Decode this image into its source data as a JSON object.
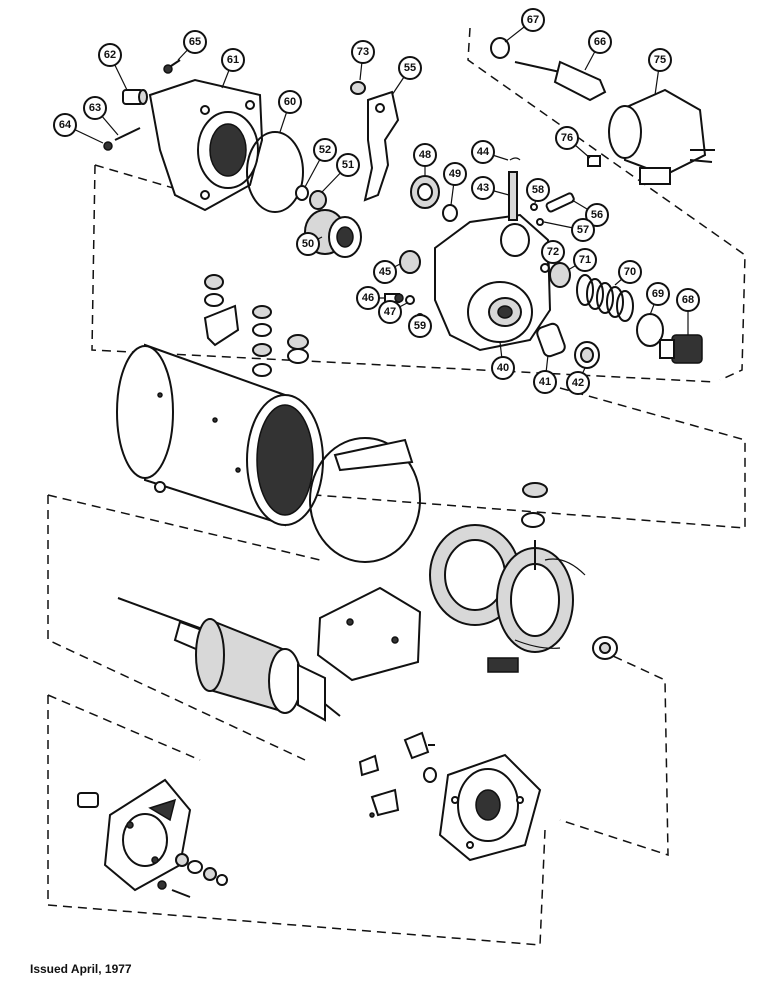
{
  "footer": {
    "issued": "Issued April, 1977"
  },
  "callouts": [
    {
      "id": "62"
    },
    {
      "id": "65"
    },
    {
      "id": "61"
    },
    {
      "id": "73"
    },
    {
      "id": "55"
    },
    {
      "id": "67"
    },
    {
      "id": "66"
    },
    {
      "id": "75"
    },
    {
      "id": "64"
    },
    {
      "id": "63"
    },
    {
      "id": "60"
    },
    {
      "id": "52"
    },
    {
      "id": "51"
    },
    {
      "id": "48"
    },
    {
      "id": "49"
    },
    {
      "id": "44"
    },
    {
      "id": "76"
    },
    {
      "id": "43"
    },
    {
      "id": "58"
    },
    {
      "id": "56"
    },
    {
      "id": "57"
    },
    {
      "id": "50"
    },
    {
      "id": "45"
    },
    {
      "id": "72"
    },
    {
      "id": "71"
    },
    {
      "id": "70"
    },
    {
      "id": "69"
    },
    {
      "id": "68"
    },
    {
      "id": "46"
    },
    {
      "id": "47"
    },
    {
      "id": "59"
    },
    {
      "id": "40"
    },
    {
      "id": "41"
    },
    {
      "id": "42"
    }
  ]
}
